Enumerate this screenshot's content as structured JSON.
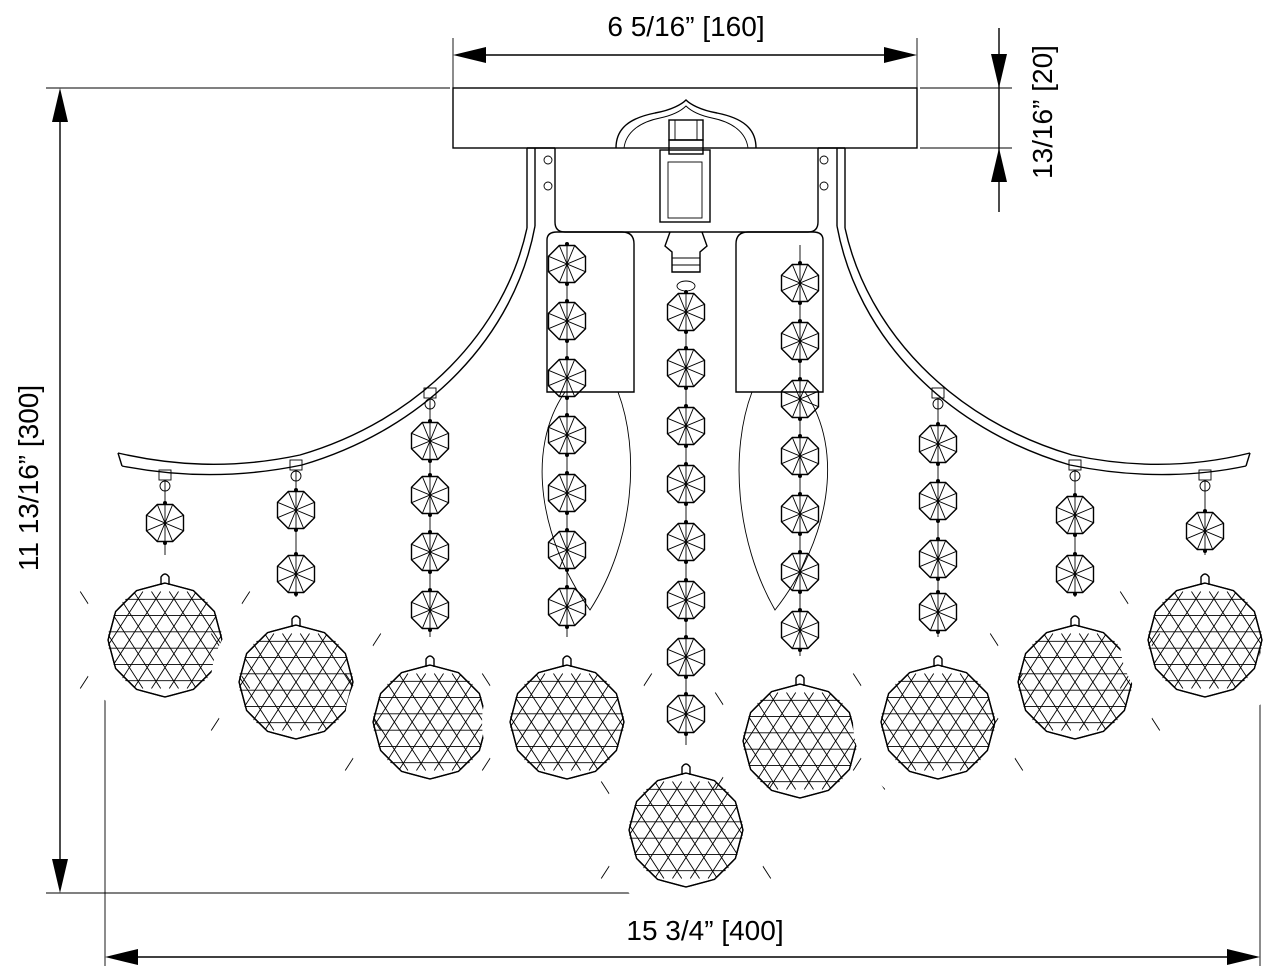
{
  "dimensions": {
    "canopy_width": "6 5/16” [160]",
    "canopy_height": "13/16” [20]",
    "overall_height": "11 13/16” [300]",
    "overall_width": "15 3/4” [400]"
  }
}
